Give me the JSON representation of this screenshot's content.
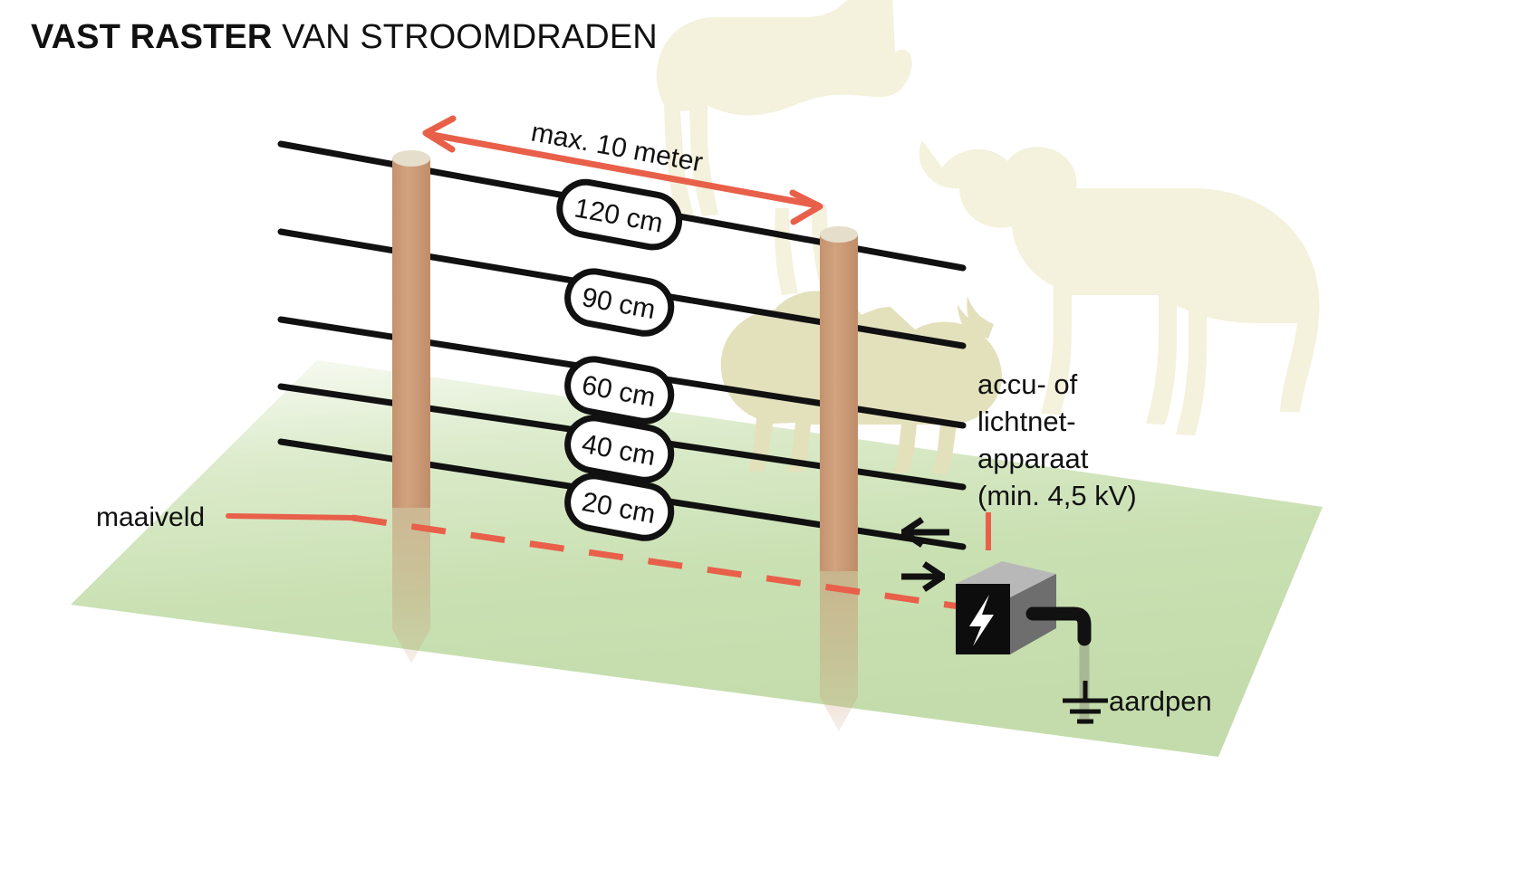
{
  "title": {
    "strong": "VAST RASTER",
    "rest": " VAN STROOMDRADEN"
  },
  "colors": {
    "accent_red": "#E8604A",
    "post_brown": "#CD9B77",
    "post_cap": "#E5DECB",
    "grass_green": "#C7DEAE",
    "animal_cream": "#F4F1DC",
    "animal_olive": "#E3E0BC",
    "wire_black": "#111111",
    "box_front": "#0D0D0D",
    "box_top": "#B8B8B8",
    "box_side": "#6E6E6E",
    "ground_rod": "#A8B894"
  },
  "span": {
    "label": "max. 10 meter",
    "arrow_name": "double-headed-arrow"
  },
  "wires": [
    {
      "label": "120 cm",
      "height_cm": 120
    },
    {
      "label": "90 cm",
      "height_cm": 90
    },
    {
      "label": "60 cm",
      "height_cm": 60
    },
    {
      "label": "40 cm",
      "height_cm": 40
    },
    {
      "label": "20 cm",
      "height_cm": 20
    }
  ],
  "ground_label": {
    "text": "maaiveld"
  },
  "energizer": {
    "lines": [
      "accu- of",
      "lichtnet-",
      "apparaat",
      "(min. 4,5 kV)"
    ],
    "bolt_icon": "lightning-bolt-icon"
  },
  "earth": {
    "label": "aardpen",
    "symbol": "earth-ground-icon"
  },
  "current_flow": {
    "left_arrow": "flow-arrow-left",
    "right_arrow": "flow-arrow-right"
  },
  "animals": [
    {
      "name": "horse-silhouette"
    },
    {
      "name": "cow-silhouette"
    },
    {
      "name": "sheep-silhouette"
    }
  ],
  "posts": [
    {
      "name": "fence-post-left"
    },
    {
      "name": "fence-post-right"
    }
  ]
}
